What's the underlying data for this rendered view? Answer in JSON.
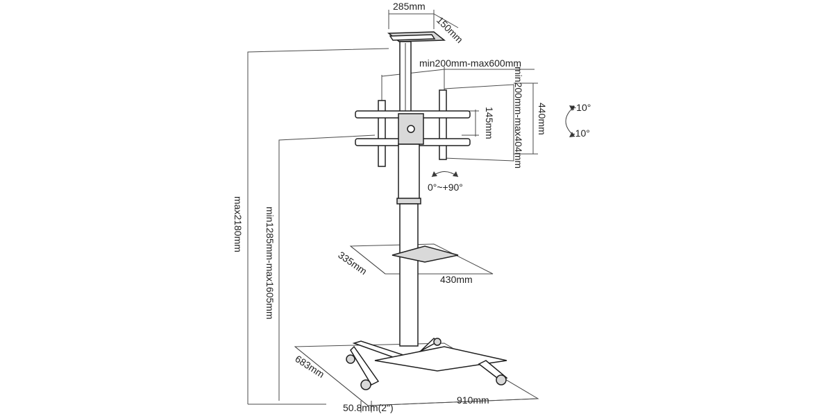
{
  "diagram": {
    "labels": {
      "top_width": "285mm",
      "top_depth": "150mm",
      "vesa_horizontal": "min200mm-max600mm",
      "vesa_vertical": "min200mm-max404mm",
      "bracket_height": "145mm",
      "panel_height": "440mm",
      "tilt_up": "+10°",
      "tilt_down": "-10°",
      "rotation": "0°~+90°",
      "max_height": "max2180mm",
      "height_range": "min1285mm-max1605mm",
      "shelf_depth": "335mm",
      "shelf_width": "430mm",
      "base_depth": "683mm",
      "caster_size": "50.8mm(2\")",
      "base_width": "910mm"
    },
    "colors": {
      "line": "#1f1f1f",
      "dimension": "#4a4a4a",
      "text": "#222222",
      "background": "#ffffff"
    }
  }
}
